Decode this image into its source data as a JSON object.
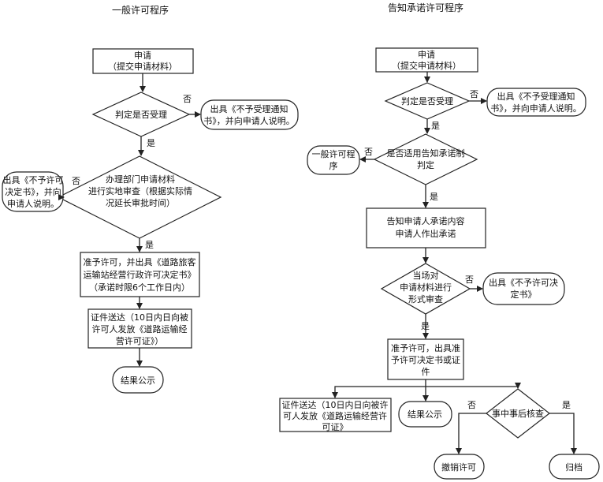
{
  "left": {
    "title": "一般许可程序",
    "apply": [
      "申请",
      "（提交申请材料）"
    ],
    "accept_check": "判定是否受理",
    "reject_notice": [
      "出具《不予受理通知",
      "书》，并向申请人说明。"
    ],
    "review": [
      "办理部门申请材料",
      "进行实地审查（根据实际情",
      "况延长审批时间）"
    ],
    "deny_decision": [
      "出具《不予许可",
      "决定书》，并向",
      "申请人说明。"
    ],
    "grant": [
      "准予许可，并出具《道路旅客",
      "运输站经营行政许可决定书》",
      "（承诺时限6个工作日内）"
    ],
    "deliver": [
      "证件送达（10日内日向被",
      "许可人发放《道路运输经",
      "营许可证》）"
    ],
    "publicize": "结果公示",
    "yes1": "是",
    "no1": "否",
    "yes2": "是",
    "no2": "否"
  },
  "right": {
    "title": "告知承诺许可程序",
    "apply": [
      "申请",
      "（提交申请材料）"
    ],
    "accept_check": "判定是否受理",
    "reject_notice": [
      "出具《不予受理通知",
      "书》，并向申请人说明。"
    ],
    "applicable_check": [
      "是否适用告知承诺制",
      "判定"
    ],
    "general_procedure": [
      "一般许可程",
      "序"
    ],
    "commitment": [
      "告知申请人承诺内容",
      "申请人作出承诺"
    ],
    "formal_review": [
      "当场对",
      "申请材料进行",
      "形式审查"
    ],
    "deny_decision": [
      "出具《不予许可决",
      "定书》"
    ],
    "grant": [
      "准予许可，出具准",
      "予许可决定书或证",
      "件"
    ],
    "deliver": [
      "证件送达（10日内日向被许",
      "可人发放《道路运输经营许",
      "可证》"
    ],
    "publicize": "结果公示",
    "post_check": "事中事后核查",
    "revoke": "撤销许可",
    "archive": "归档",
    "yes1": "是",
    "no1": "否",
    "yes2": "是",
    "no2": "否",
    "yes3": "是",
    "no3": "否",
    "no4": "否",
    "yes4": "是"
  }
}
